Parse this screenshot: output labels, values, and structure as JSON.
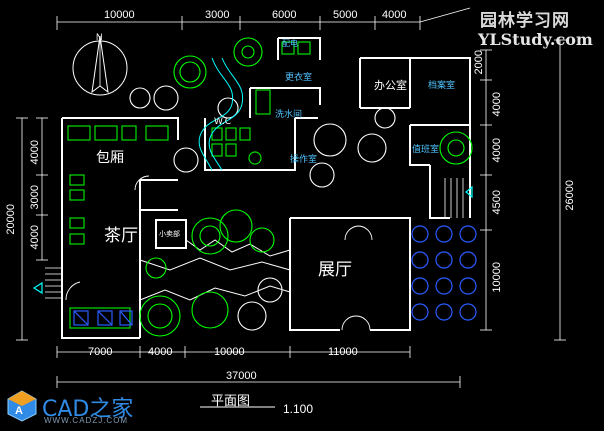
{
  "drawing": {
    "title": "平面图",
    "scale": "1.100"
  },
  "watermarks": {
    "top_line1": "园林学习网",
    "top_line2": "YLStudy.com",
    "bottom_line1": "CAD之家",
    "bottom_line2": "WWW.CADZJ.COM"
  },
  "dimensions": {
    "top": [
      "10000",
      "3000",
      "6000",
      "5000",
      "4000"
    ],
    "bottom": [
      "7000",
      "4000",
      "10000",
      "11000"
    ],
    "bottom_total": "37000",
    "left_outer": "20000",
    "left_inner": [
      "4000",
      "3000",
      "4000"
    ],
    "right_inner": [
      "2000",
      "4000",
      "4000",
      "4500",
      "10000"
    ],
    "right_outer": "26000"
  },
  "rooms": {
    "baoxiang": "包厢",
    "chating": "茶厅",
    "zhanting": "展厅",
    "bangongshi": "办公室",
    "dangan": "档案室",
    "jingyingshi": "值班室",
    "gengyi": "更衣室",
    "lishui": "洗水间",
    "caozuo": "操作室",
    "wc": "W.C",
    "xiaomaibu": "小卖部",
    "peidian": "配电"
  },
  "colors": {
    "wall": "#ffffff",
    "furniture": "#00e000",
    "tree": "#00ff00",
    "dimension": "#ffffff",
    "accent_blue": "#4fc3ff",
    "water_cyan": "#00ffff",
    "plant_blue": "#2a5cff"
  }
}
